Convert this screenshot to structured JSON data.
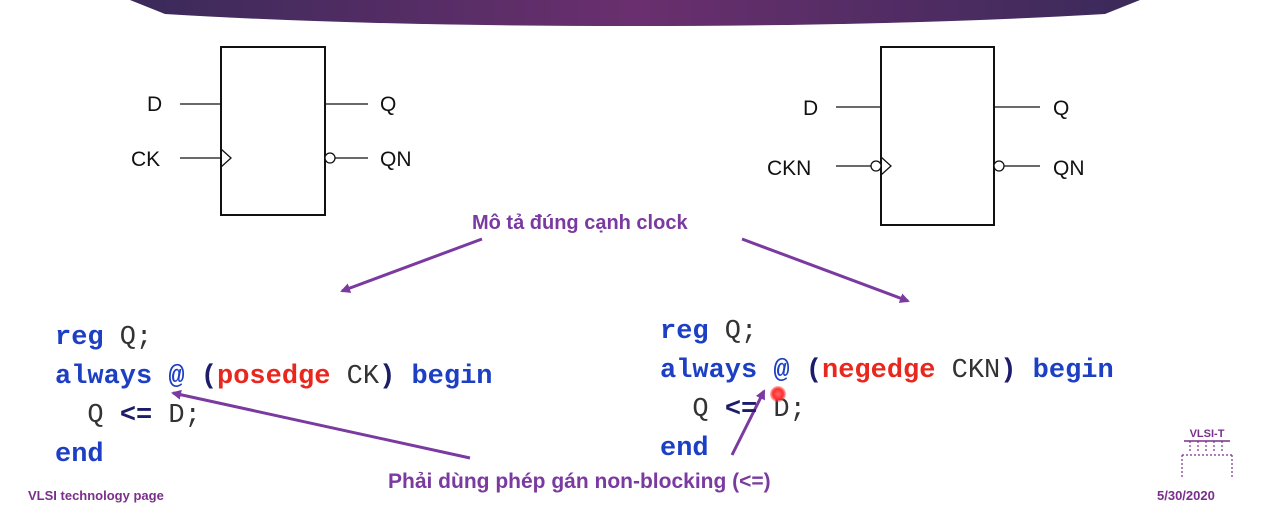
{
  "ff_posedge": {
    "d": "D",
    "ck": "CK",
    "q": "Q",
    "qn": "QN"
  },
  "ff_negedge": {
    "d": "D",
    "ckn": "CKN",
    "q": "Q",
    "qn": "QN"
  },
  "code_posedge": {
    "line1_kw": "reg",
    "line1_rest": " Q;",
    "line2_kw": "always",
    "line2_at": " @ ",
    "line2_paren_open": "(",
    "line2_edge": "posedge",
    "line2_sig": " CK",
    "line2_paren_close": ")",
    "line2_begin": " begin",
    "line3_lhs": "  Q ",
    "line3_op": "<=",
    "line3_rhs": " D;",
    "line4_kw": "end"
  },
  "code_negedge": {
    "line1_kw": "reg",
    "line1_rest": " Q;",
    "line2_kw": "always",
    "line2_at": " @ ",
    "line2_paren_open": "(",
    "line2_edge": "negedge",
    "line2_sig": " CKN",
    "line2_paren_close": ")",
    "line2_begin": " begin",
    "line3_lhs": "  Q ",
    "line3_op": "<=",
    "line3_rhs": " D;",
    "line4_kw": "end"
  },
  "annotations": {
    "clock_edge": "Mô tả đúng cạnh clock",
    "non_blocking": "Phải dùng phép gán non-blocking (<=)"
  },
  "footer": {
    "left": "VLSI technology page",
    "date": "5/30/2020"
  },
  "logo": {
    "text": "VLSI-T"
  },
  "colors": {
    "keyword": "#1c3fc4",
    "edge": "#e8281e",
    "annotation": "#7a3aa0",
    "banner": "#6a2f6e"
  }
}
